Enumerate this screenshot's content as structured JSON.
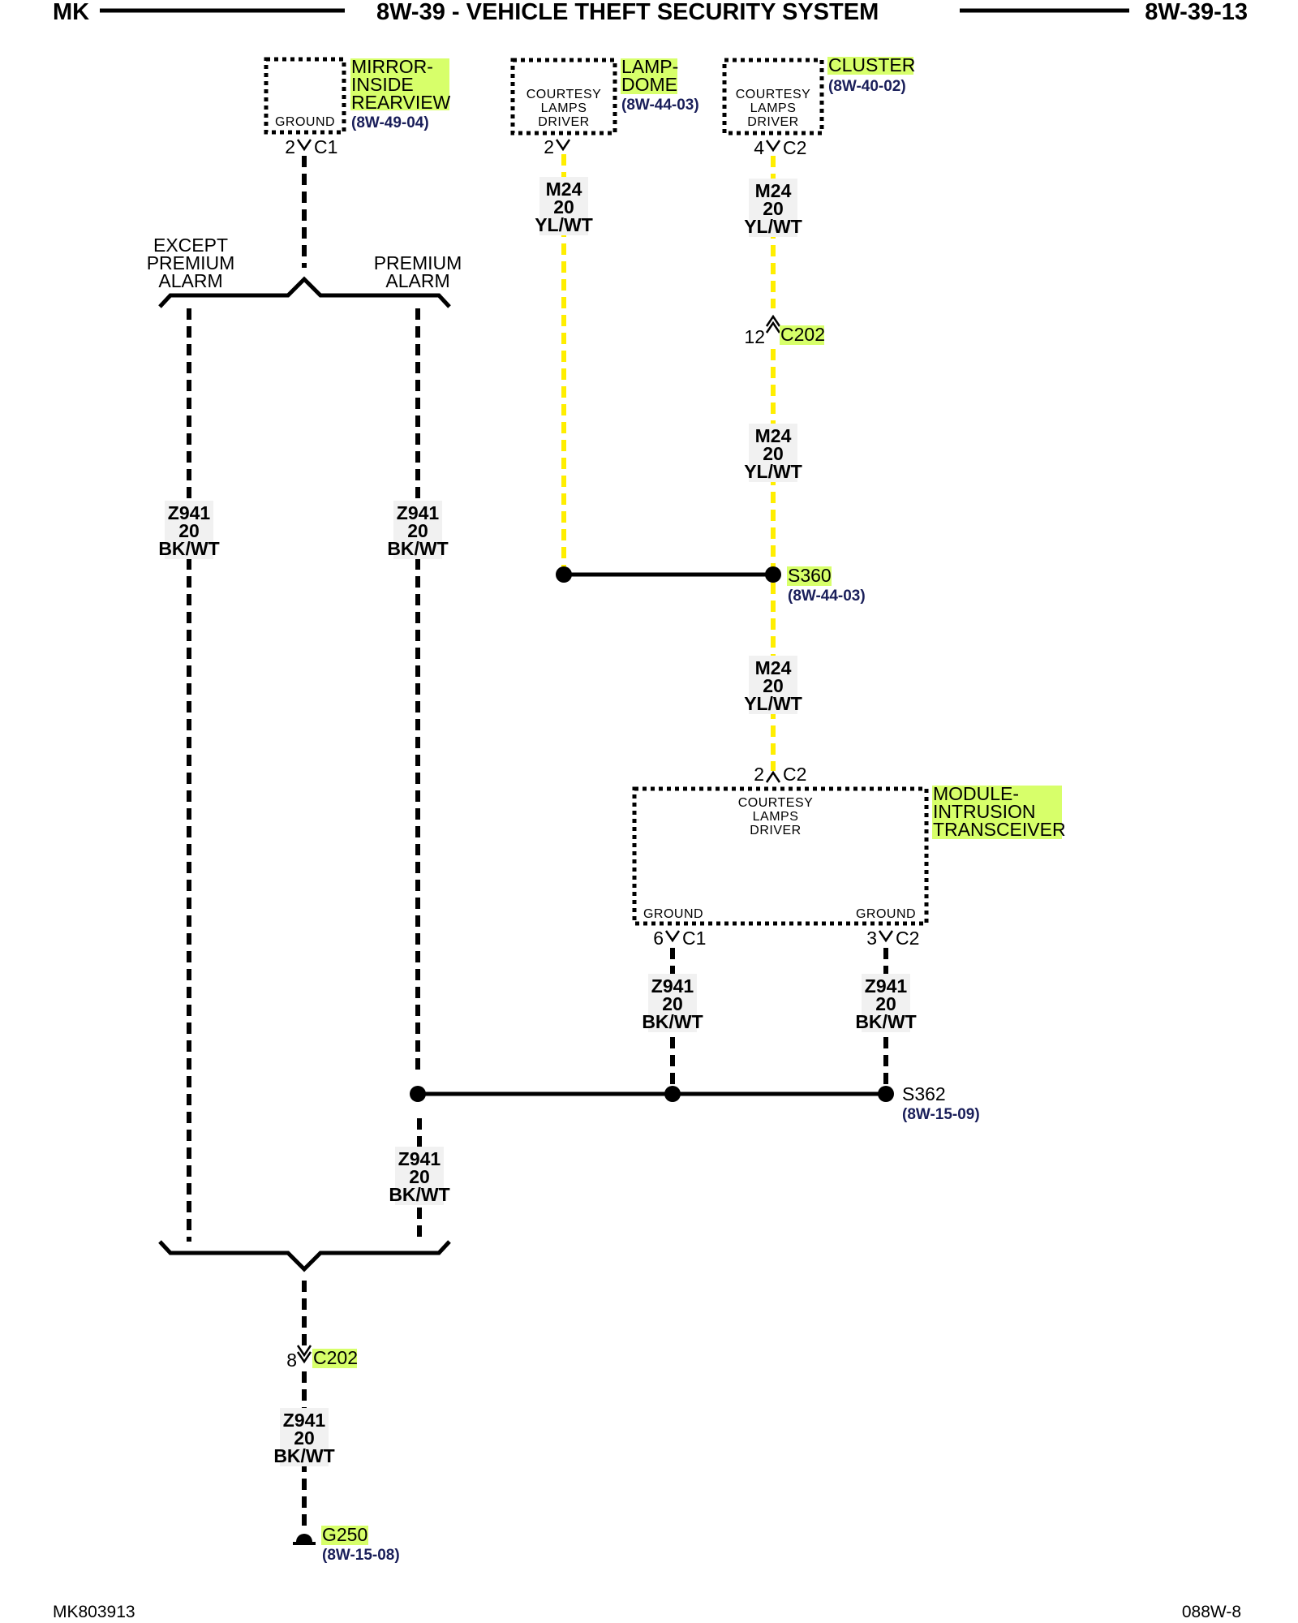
{
  "header": {
    "left": "MK",
    "title": "8W-39 - VEHICLE THEFT SECURITY SYSTEM",
    "page": "8W-39-13"
  },
  "footer": {
    "left": "MK803913",
    "right": "088W-8"
  },
  "colors": {
    "highlight": "#d7ff6a",
    "wire_yl_wt": "#ffee00",
    "wire_bk_wt": "#000000",
    "ref_text": "#1a1f5a"
  },
  "components": {
    "mirror": {
      "name_lines": [
        "MIRROR-",
        "INSIDE",
        "REARVIEW"
      ],
      "ref": "(8W-49-04)",
      "pin_label": "GROUND",
      "pin": "2",
      "connector": "C1"
    },
    "lamp_dome": {
      "name_lines": [
        "LAMP-",
        "DOME"
      ],
      "ref": "(8W-44-03)",
      "pin_label_lines": [
        "COURTESY",
        "LAMPS",
        "DRIVER"
      ],
      "pin": "2"
    },
    "cluster": {
      "name_lines": [
        "CLUSTER"
      ],
      "ref": "(8W-40-02)",
      "pin_label_lines": [
        "COURTESY",
        "LAMPS",
        "DRIVER"
      ],
      "pin": "4",
      "connector": "C2"
    },
    "module": {
      "name_lines": [
        "MODULE-",
        "INTRUSION",
        "TRANSCEIVER"
      ],
      "top_pin": "2",
      "top_connector": "C2",
      "top_label_lines": [
        "COURTESY",
        "LAMPS",
        "DRIVER"
      ],
      "ground_left_label": "GROUND",
      "ground_left_pin": "6",
      "ground_left_connector": "C1",
      "ground_right_label": "GROUND",
      "ground_right_pin": "3",
      "ground_right_connector": "C2"
    }
  },
  "alarm_options": {
    "except_lines": [
      "EXCEPT",
      "PREMIUM",
      "ALARM"
    ],
    "premium_lines": [
      "PREMIUM",
      "ALARM"
    ]
  },
  "wires": {
    "m24": [
      "M24",
      "20",
      "YL/WT"
    ],
    "z941": [
      "Z941",
      "20",
      "BK/WT"
    ]
  },
  "connectors": {
    "c202_cluster": {
      "pin": "12",
      "name": "C202"
    },
    "c202_ground": {
      "pin": "8",
      "name": "C202"
    }
  },
  "splices": {
    "s360": {
      "name": "S360",
      "ref": "(8W-44-03)"
    },
    "s362": {
      "name": "S362",
      "ref": "(8W-15-09)"
    }
  },
  "ground": {
    "name": "G250",
    "ref": "(8W-15-08)"
  }
}
